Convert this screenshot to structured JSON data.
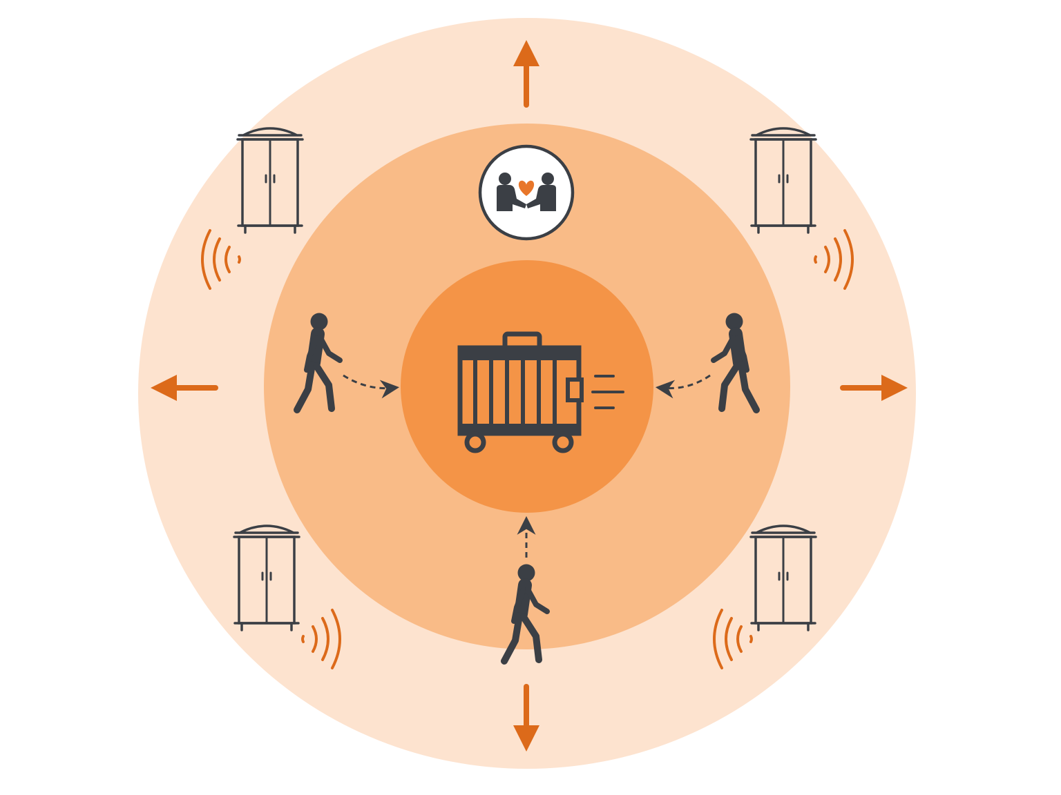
{
  "diagram": {
    "colors": {
      "background": "#ffffff",
      "outer_ring": "#fde3cf",
      "middle_ring": "#f9bb87",
      "core": "#f49447",
      "accent": "#dc6a1a",
      "icon": "#3b3f45",
      "badge_fill": "#ffffff",
      "heart": "#e8762a"
    },
    "center": {
      "icon": "rolling-cage-cart-icon",
      "motion": "speed-lines-icon"
    },
    "badge": {
      "icon": "handshake-heart-icon"
    },
    "people": [
      {
        "id": "left",
        "icon": "walking-person-icon",
        "arrow": "dashed-arrow-to-center"
      },
      {
        "id": "right",
        "icon": "walking-person-icon",
        "arrow": "dashed-arrow-to-center"
      },
      {
        "id": "bottom",
        "icon": "walking-person-icon",
        "arrow": "dashed-arrow-to-center"
      }
    ],
    "wardrobes": [
      {
        "id": "top-left",
        "icon": "wardrobe-icon",
        "signal": "sound-waves-icon"
      },
      {
        "id": "top-right",
        "icon": "wardrobe-icon",
        "signal": "sound-waves-icon"
      },
      {
        "id": "bottom-left",
        "icon": "wardrobe-icon",
        "signal": "sound-waves-icon"
      },
      {
        "id": "bottom-right",
        "icon": "wardrobe-icon",
        "signal": "sound-waves-icon"
      }
    ],
    "outward_arrows": [
      "up",
      "down",
      "left",
      "right"
    ]
  }
}
